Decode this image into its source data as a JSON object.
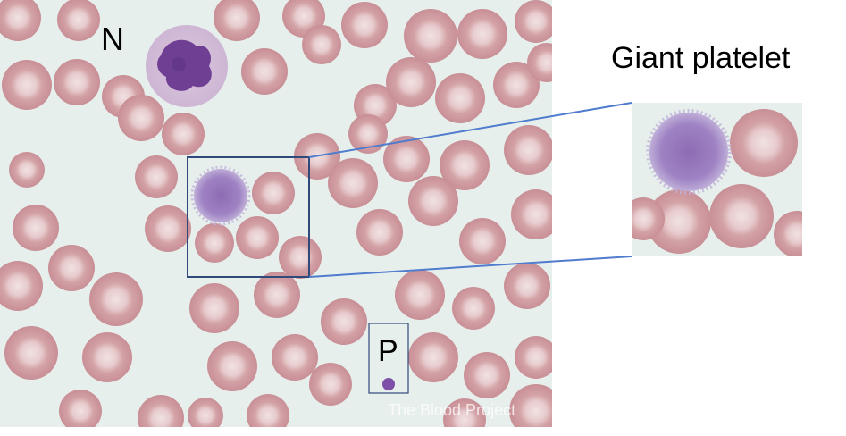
{
  "figure": {
    "labels": {
      "neutrophil": "N",
      "platelet": "P",
      "zoom_title": "Giant platelet"
    },
    "watermark": "The Blood Project",
    "colors": {
      "background": "#ffffff",
      "smear_background": "#e6efeb",
      "rbc_fill": "#cf9ea3",
      "rbc_center": "#ecd9da",
      "platelet_fill": "#9b7bbd",
      "nucleus_fill": "#6c3e8f",
      "callout_box": "#2f4a7a",
      "callout_line": "#4f7ccc"
    }
  }
}
